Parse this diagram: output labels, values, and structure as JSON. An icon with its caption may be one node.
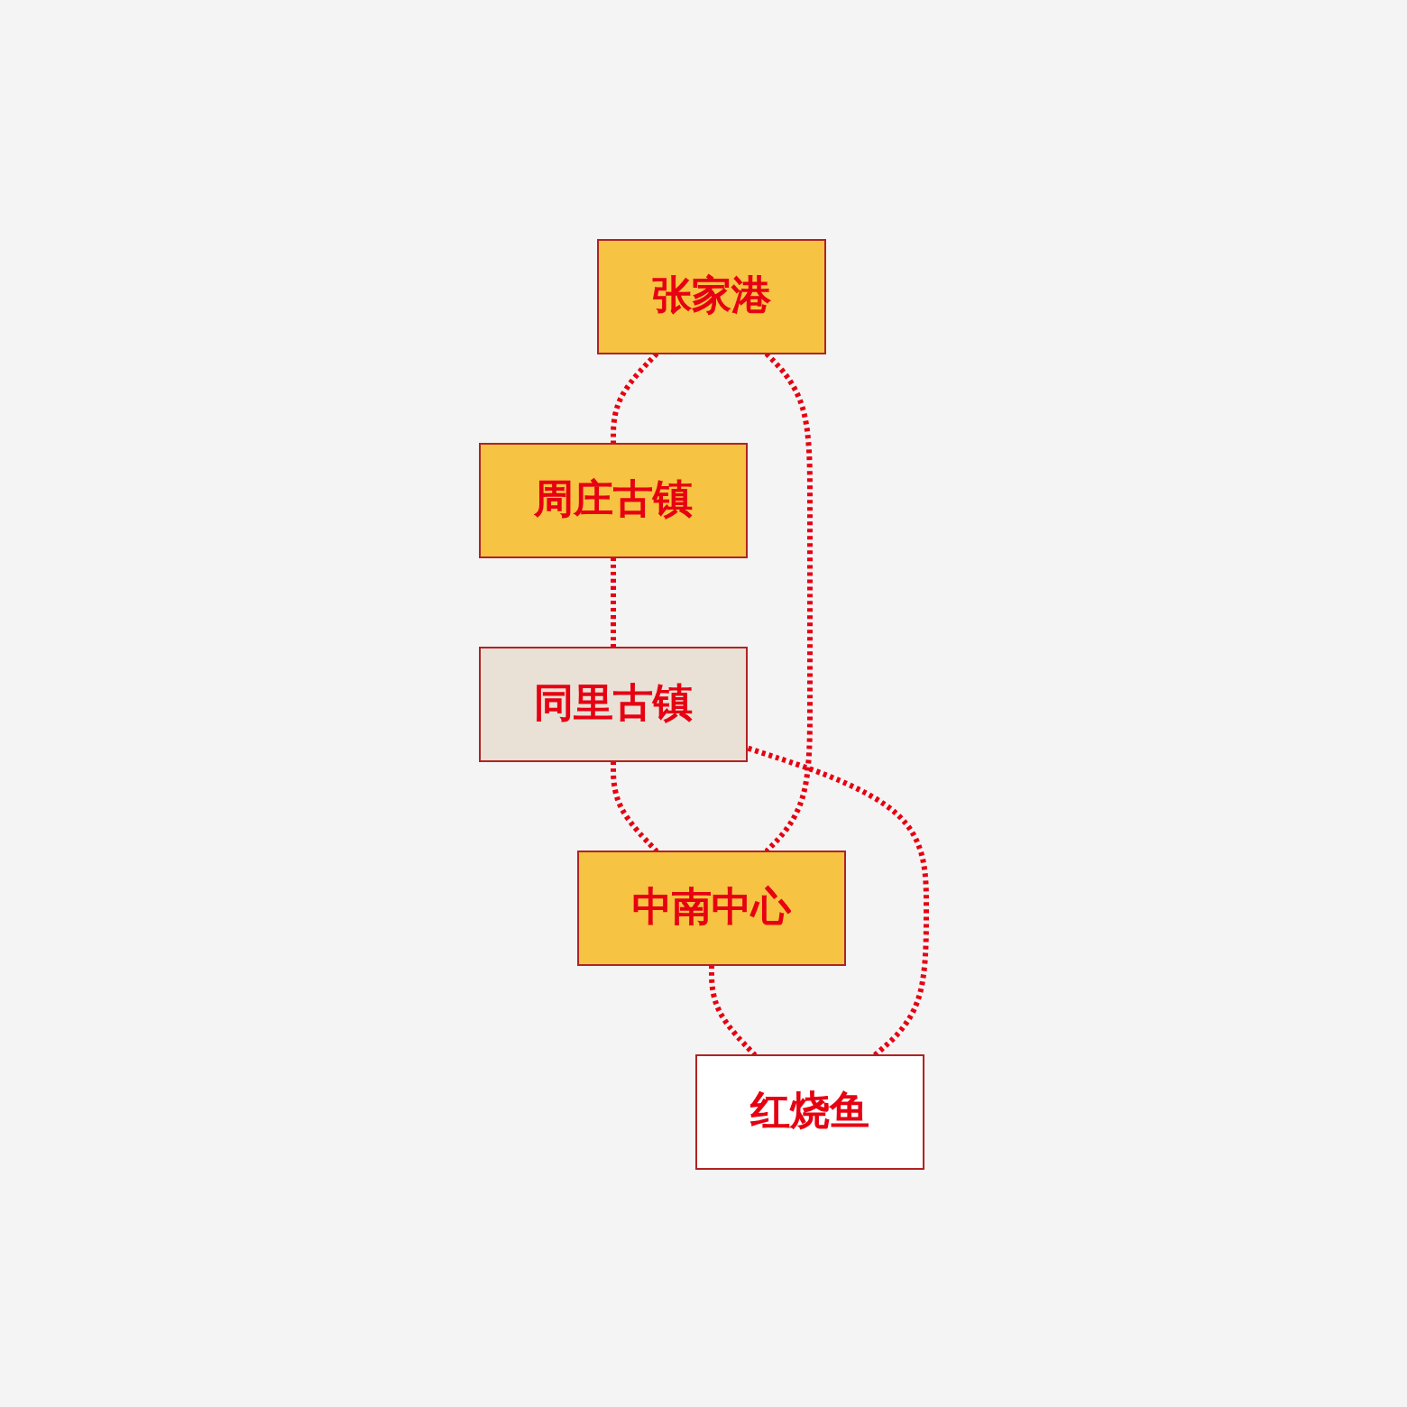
{
  "diagram": {
    "nodes": [
      {
        "text": [
          "张家港"
        ]
      },
      {
        "text": [
          "周庄古镇"
        ]
      },
      {
        "text": [
          "红烧鱼"
        ]
      },
      {
        "text": [
          "同里古镇"
        ]
      },
      {
        "text": [
          "中南中心"
        ]
      }
    ],
    "edges": [
      {
        "from": 0,
        "to": 1,
        "arrow": "none",
        "style": "dashed",
        "color": "#e60012"
      },
      {
        "from": 1,
        "to": 3,
        "arrow": "none",
        "style": "dashed",
        "color": "#e60012"
      },
      {
        "from": 2,
        "to": 3,
        "arrow": "none",
        "style": "dashed",
        "color": "#e60012"
      },
      {
        "from": 4,
        "to": 2,
        "arrow": "none",
        "style": "dashed",
        "color": "#e60012"
      },
      {
        "from": 3,
        "to": 4,
        "arrow": "none",
        "style": "dashed",
        "color": "#e60012"
      },
      {
        "from": 0,
        "to": 4,
        "arrow": "none",
        "style": "dashed",
        "color": "#e60012"
      }
    ]
  }
}
